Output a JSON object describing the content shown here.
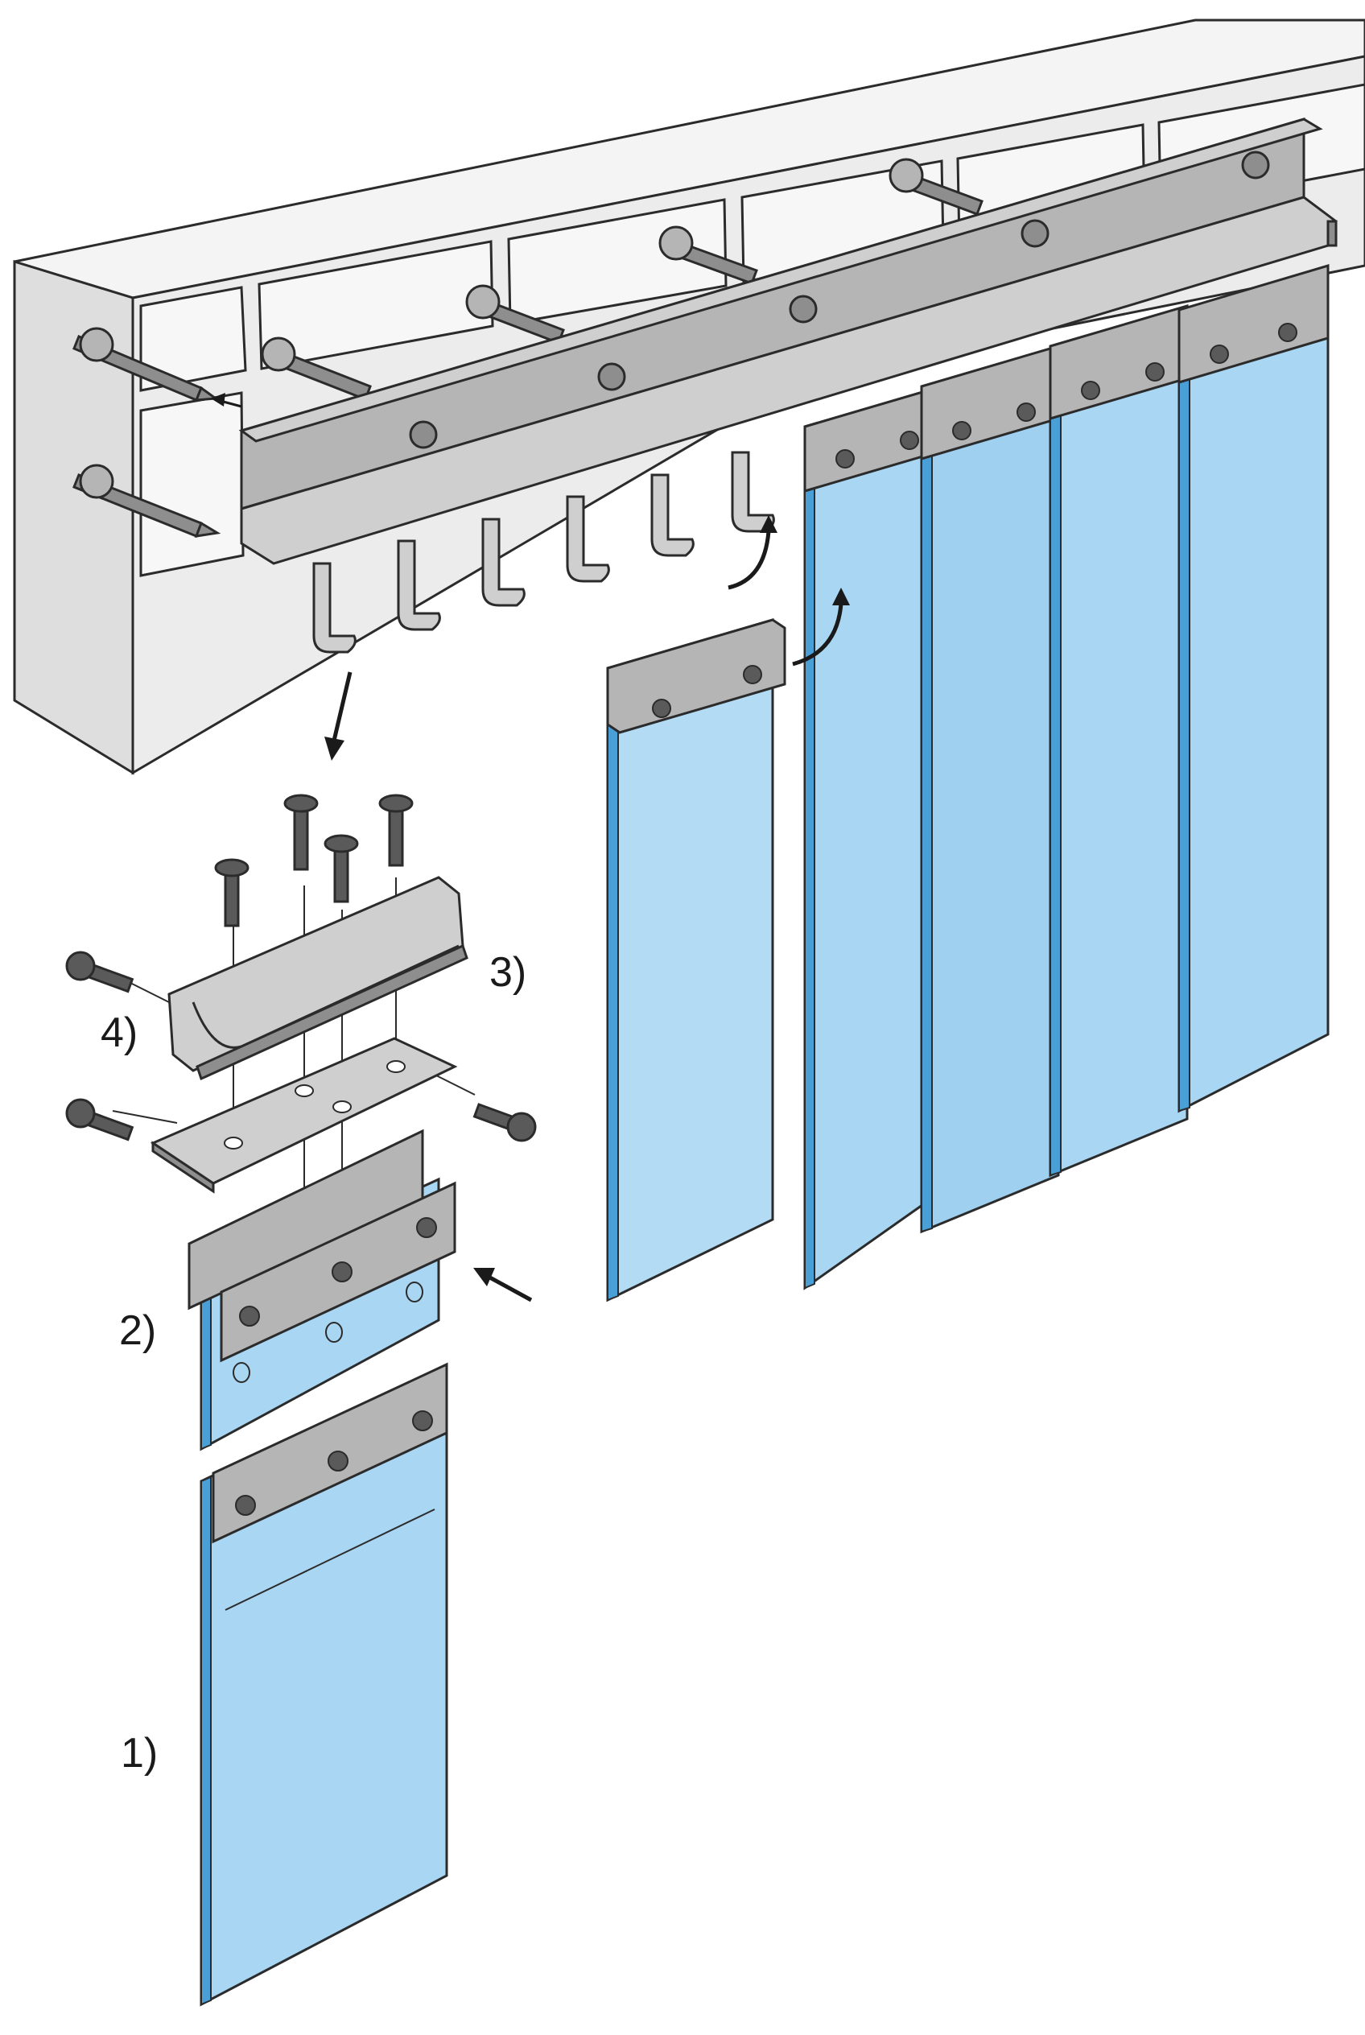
{
  "diagram": {
    "type": "exploded-assembly-illustration",
    "labels": {
      "step_1": "1)",
      "step_2": "2)",
      "step_3": "3)",
      "step_4": "4)"
    },
    "colors": {
      "background": "#ffffff",
      "outline": "#2b2b2b",
      "wall_face": "#ececec",
      "wall_top": "#f4f4f4",
      "wall_brick": "#f7f7f7",
      "metal": "#b5b5b5",
      "metal_light": "#cfcfcf",
      "metal_dark": "#8e8e8e",
      "bolt": "#5a5a5a",
      "pvc_strip": "#a9d6f2",
      "pvc_edge": "#4a9fd6",
      "pvc_light": "#cbe7f8"
    }
  }
}
